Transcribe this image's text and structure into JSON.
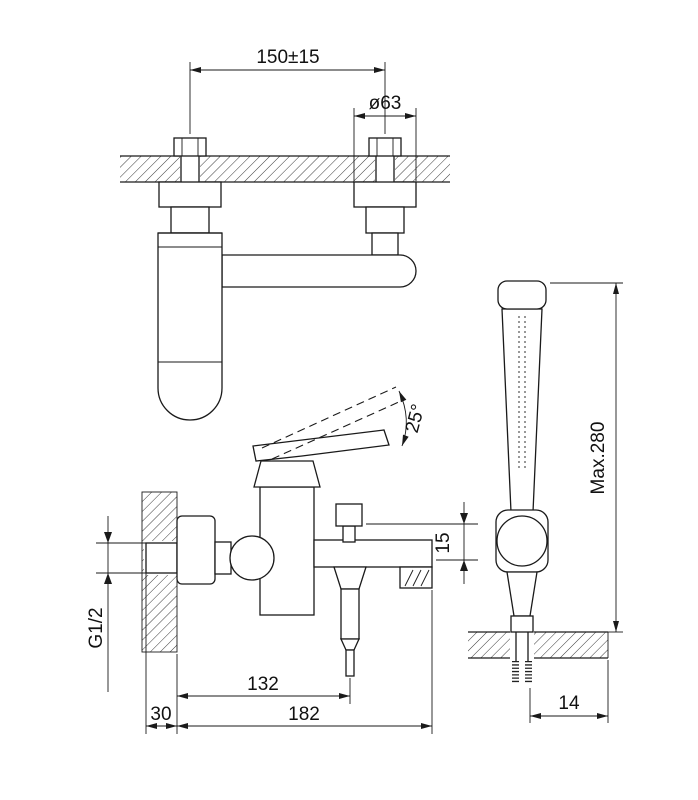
{
  "drawing": {
    "type": "technical-dimension-drawing",
    "subject": "wall-mounted bath mixer with hand shower",
    "colors": {
      "line": "#1a1a1a",
      "background": "#ffffff"
    },
    "labels": {
      "mounting_distance": "150±15",
      "escutcheon_diameter": "ø63",
      "handle_angle": "25°",
      "diverter_offset": "15",
      "inlet_thread": "G1/2",
      "outlet_distance": "132",
      "wall_distance": "30",
      "spout_reach": "182",
      "hose_height": "Max.280",
      "hose_offset": "14"
    }
  }
}
